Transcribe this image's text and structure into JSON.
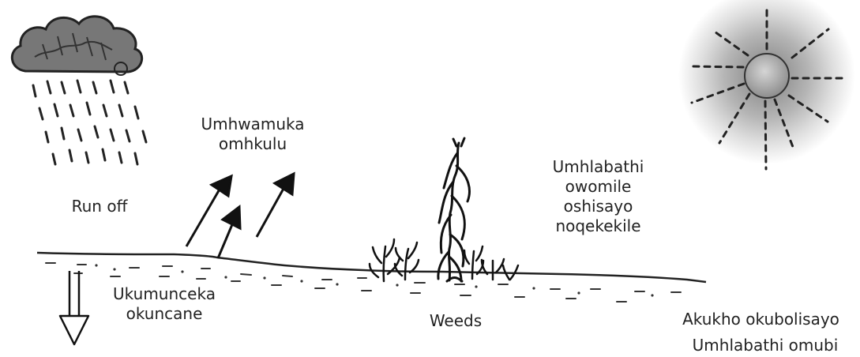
{
  "diagram": {
    "labels": {
      "run_off": "Run off",
      "evaporation_line1": "Umhwamuka",
      "evaporation_line2": "omhkulu",
      "infiltration_line1": "Ukumunceka",
      "infiltration_line2": "okuncane",
      "weeds": "Weeds",
      "soil_line1": "Umhlabathi",
      "soil_line2": "owomile",
      "soil_line3": "oshisayo",
      "soil_line4": "noqekekile",
      "no_cover": "Akukho okubolisayo",
      "bad_soil": "Umhlabathi omubi"
    },
    "icons": [
      "rain-cloud-icon",
      "sun-icon",
      "evaporation-arrow-icon",
      "downward-arrow-icon",
      "maize-plant-icon",
      "weed-icon"
    ],
    "colors": {
      "ink": "#222222",
      "sun_glow": "#9a9a9a",
      "cloud": "#777777"
    }
  }
}
